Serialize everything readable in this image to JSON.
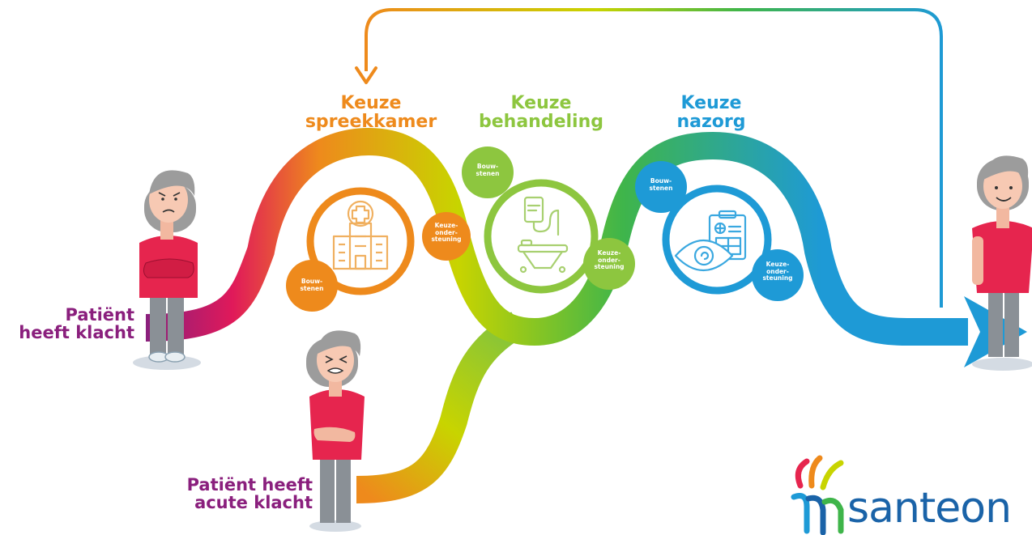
{
  "stages": [
    {
      "title_line1": "Keuze",
      "title_line2": "spreekkamer",
      "color": "#ee8a1c"
    },
    {
      "title_line1": "Keuze",
      "title_line2": "behandeling",
      "color": "#8dc63f"
    },
    {
      "title_line1": "Keuze",
      "title_line2": "nazorg",
      "color": "#1e9ad6"
    }
  ],
  "bubbles": {
    "bouw": [
      "Bouw-",
      "stenen"
    ],
    "keuze": [
      "Keuze-",
      "onder-",
      "steuning"
    ]
  },
  "patients": {
    "chronic": [
      "Patiënt",
      "heeft klacht"
    ],
    "acute": [
      "Patiënt heeft",
      "acute klacht"
    ]
  },
  "logo": {
    "text": "santeon"
  },
  "colors": {
    "purple": "#8a1f7d",
    "magenta": "#e0195a",
    "orange": "#ee8a1c",
    "yellow": "#c8d400",
    "green": "#3fb54a",
    "blue": "#1e9ad6",
    "shirt": "#e6254e",
    "hair": "#9c9c9c"
  },
  "icons": [
    "hospital-icon",
    "stretcher-iv-icon",
    "eye-clipboard-icon",
    "santeon-logo-icon"
  ]
}
